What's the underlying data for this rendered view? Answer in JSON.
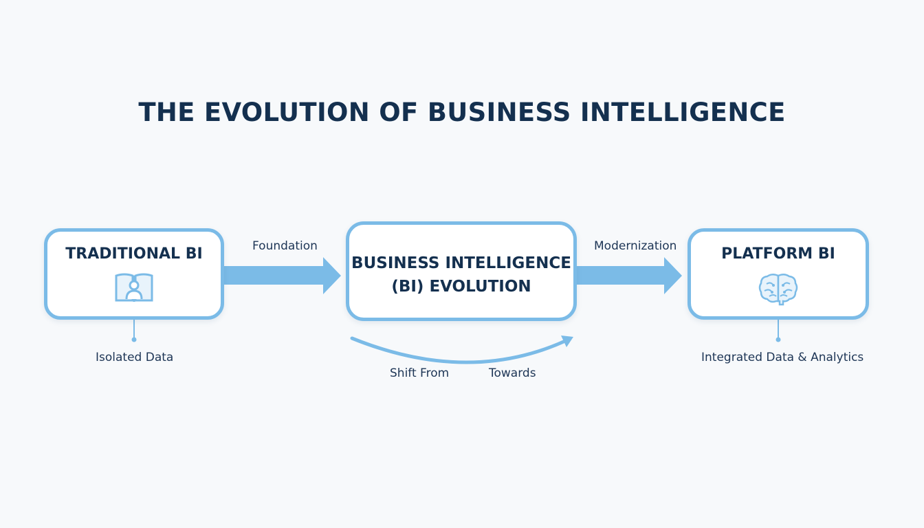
{
  "title": "THE EVOLUTION OF BUSINESS INTELLIGENCE",
  "nodes": {
    "left": {
      "title": "TRADITIONAL BI",
      "icon": "book-person-icon",
      "caption": "Isolated Data"
    },
    "center": {
      "title_line1": "BUSINESS INTELLIGENCE",
      "title_line2": "(BI) EVOLUTION"
    },
    "right": {
      "title": "PLATFORM BI",
      "icon": "brain-icon",
      "caption": "Integrated Data & Analytics"
    }
  },
  "arrows": {
    "left_to_center": "Foundation",
    "center_to_right": "Modernization"
  },
  "curve": {
    "from_label": "Shift From",
    "to_label": "Towards"
  },
  "colors": {
    "title": "#14304f",
    "accent": "#7bbbe7",
    "text": "#1d3555",
    "background": "#f7f9fb"
  }
}
